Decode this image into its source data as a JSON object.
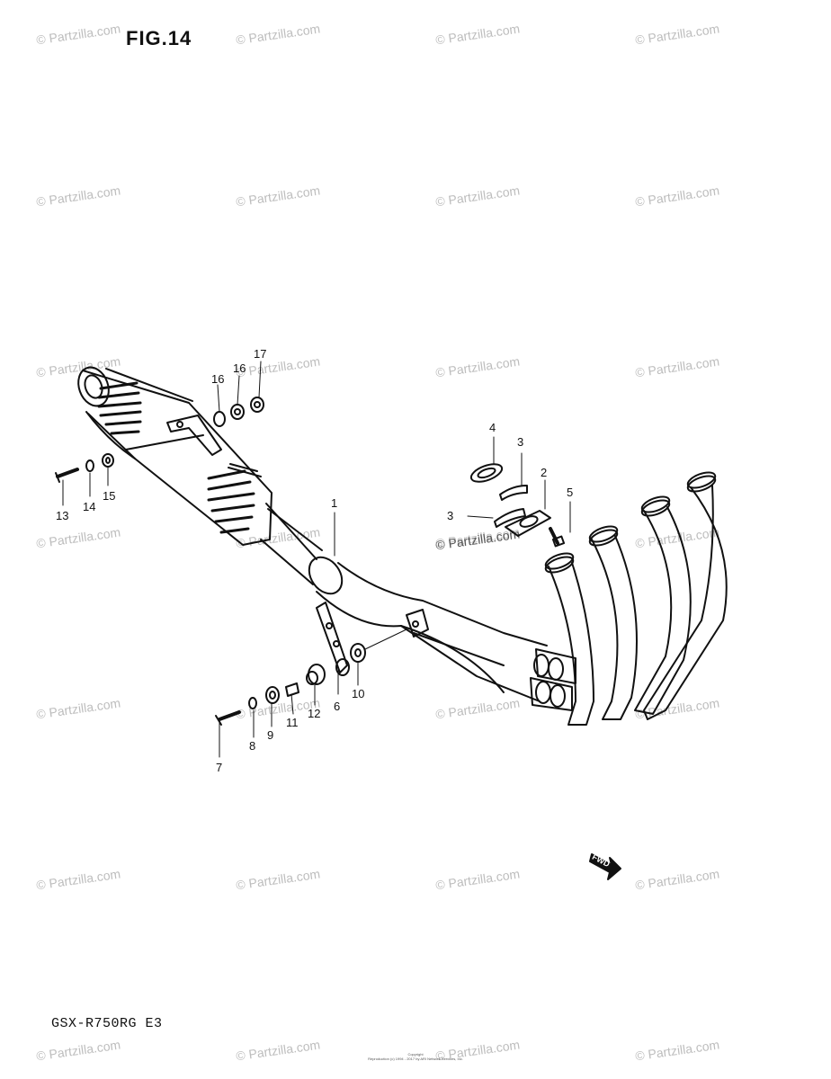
{
  "figure": {
    "title": "FIG.14",
    "model": "GSX-R750RG E3"
  },
  "watermark": {
    "text": "© Partzilla.com",
    "color": "#bdbdbd"
  },
  "footer": {
    "copyright_line1": "Copyright",
    "copyright_line2": "Reproduction (c) 1994 - 2017 by ARI Network Services, Inc."
  },
  "fwd_label": "FWD",
  "callouts": [
    {
      "id": "c1",
      "label": "1"
    },
    {
      "id": "c2",
      "label": "2"
    },
    {
      "id": "c3a",
      "label": "3"
    },
    {
      "id": "c3b",
      "label": "3"
    },
    {
      "id": "c4",
      "label": "4"
    },
    {
      "id": "c5",
      "label": "5"
    },
    {
      "id": "c6",
      "label": "6"
    },
    {
      "id": "c7",
      "label": "7"
    },
    {
      "id": "c8",
      "label": "8"
    },
    {
      "id": "c9",
      "label": "9"
    },
    {
      "id": "c10",
      "label": "10"
    },
    {
      "id": "c11",
      "label": "11"
    },
    {
      "id": "c12",
      "label": "12"
    },
    {
      "id": "c13",
      "label": "13"
    },
    {
      "id": "c14",
      "label": "14"
    },
    {
      "id": "c15",
      "label": "15"
    },
    {
      "id": "c16a",
      "label": "16"
    },
    {
      "id": "c16b",
      "label": "16"
    },
    {
      "id": "c17",
      "label": "17"
    }
  ]
}
